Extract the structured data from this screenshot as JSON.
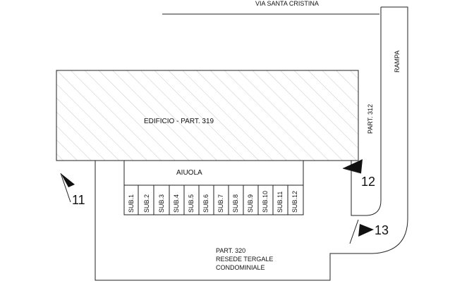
{
  "street_label": "VIA SANTA CRISTINA",
  "ramp_label": "RAMPA",
  "neighbor_label": "PART. 312",
  "building_label": "EDIFICIO - PART. 319",
  "flowerbed_label": "AIUOLA",
  "subunits": [
    "SUB.1",
    "SUB.2",
    "SUB.3",
    "SUB.4",
    "SUB.5",
    "SUB.6",
    "SUB.7",
    "SUB.8",
    "SUB.9",
    "SUB.10",
    "SUB.11",
    "SUB.12"
  ],
  "courtyard": {
    "line1": "PART. 320",
    "line2": "RESEDE TERGALE",
    "line3": "CONDOMINIALE"
  },
  "viewpoints": [
    "11",
    "12",
    "13"
  ]
}
